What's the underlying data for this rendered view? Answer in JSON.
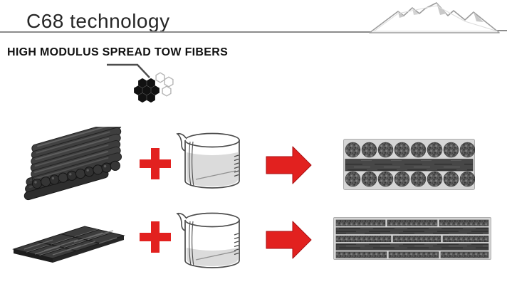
{
  "page": {
    "title": "C68 technology",
    "subtitle": "HIGH MODULUS SPREAD TOW FIBERS"
  },
  "colors": {
    "accent_red": "#e2211f",
    "rule_gray": "#8c8c8c",
    "fiber_dark": "#3c3c3c",
    "panel_gray": "#d6d6d6"
  },
  "icons": {
    "logo": "mountain-range-icon",
    "callout": "honeycomb-fiber-icon",
    "operator": "plus-icon",
    "reagent": "beaker-icon",
    "result_operator": "arrow-right-icon",
    "row1_input": "stacked-fiber-tows",
    "row1_output": "tow-composite-cross-section",
    "row2_input": "spread-tow-sheet",
    "row2_output": "laminate-cross-section"
  }
}
